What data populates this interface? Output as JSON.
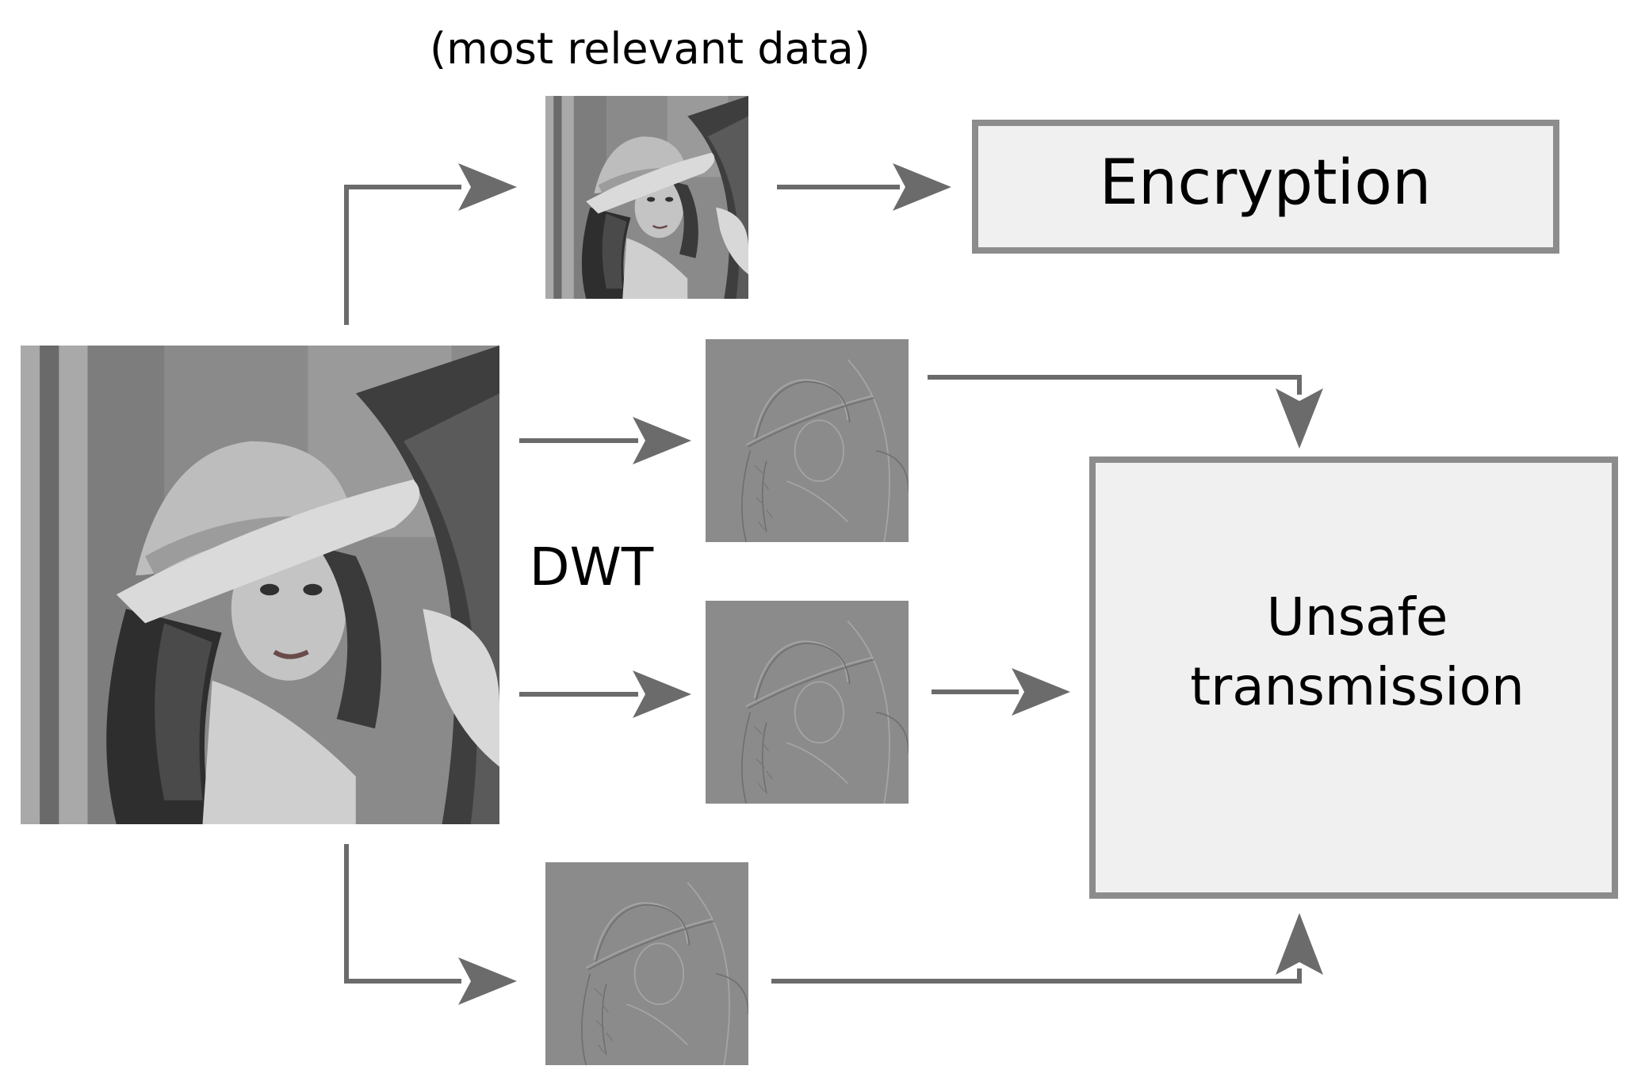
{
  "labels": {
    "top_note": "(most relevant data)",
    "transform": "DWT",
    "encryption": "Encryption",
    "unsafe_line1": "Unsafe",
    "unsafe_line2": "transmission"
  },
  "colors": {
    "arrow": "#6b6b6b",
    "box_fill": "#f0f0f0",
    "box_border": "#8c8c8c",
    "background": "#ffffff"
  },
  "images": {
    "original": "original-photo",
    "approximation": "approximation-subband",
    "detail_horizontal": "detail-subband-1",
    "detail_vertical": "detail-subband-2",
    "detail_diagonal": "detail-subband-3"
  }
}
